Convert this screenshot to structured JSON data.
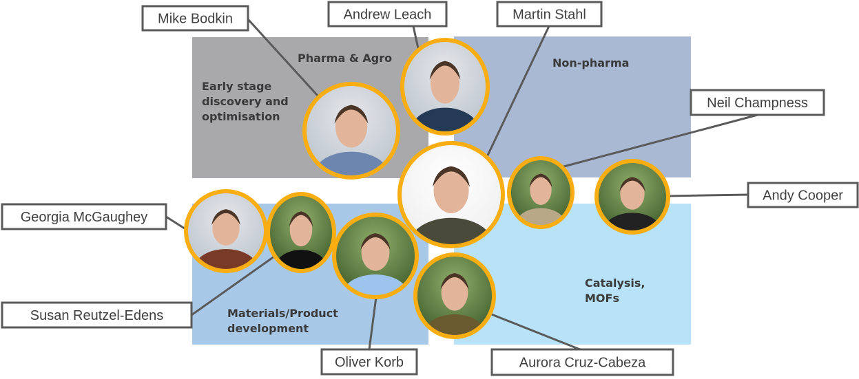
{
  "colors": {
    "pharma": "#a9a9ab",
    "non_pharma": "#a9b8d3",
    "materials": "#a8c8e8",
    "catalysis": "#b8e2f7",
    "ring": "#f8ae12"
  },
  "quadrants": {
    "pharma_title": "Pharma & Agro",
    "early_stage": [
      "Early stage",
      "discovery and",
      "optimisation"
    ],
    "non_pharma": "Non-pharma",
    "materials": [
      "Materials/Product",
      "development"
    ],
    "catalysis": [
      "Catalysis,",
      "MOFs"
    ]
  },
  "people": [
    {
      "name": "Mike Bodkin"
    },
    {
      "name": "Andrew Leach"
    },
    {
      "name": "Martin Stahl"
    },
    {
      "name": "Neil Champness"
    },
    {
      "name": "Andy Cooper"
    },
    {
      "name": "Georgia McGaughey"
    },
    {
      "name": "Susan Reutzel-Edens"
    },
    {
      "name": "Oliver Korb"
    },
    {
      "name": "Aurora Cruz-Cabeza"
    }
  ]
}
